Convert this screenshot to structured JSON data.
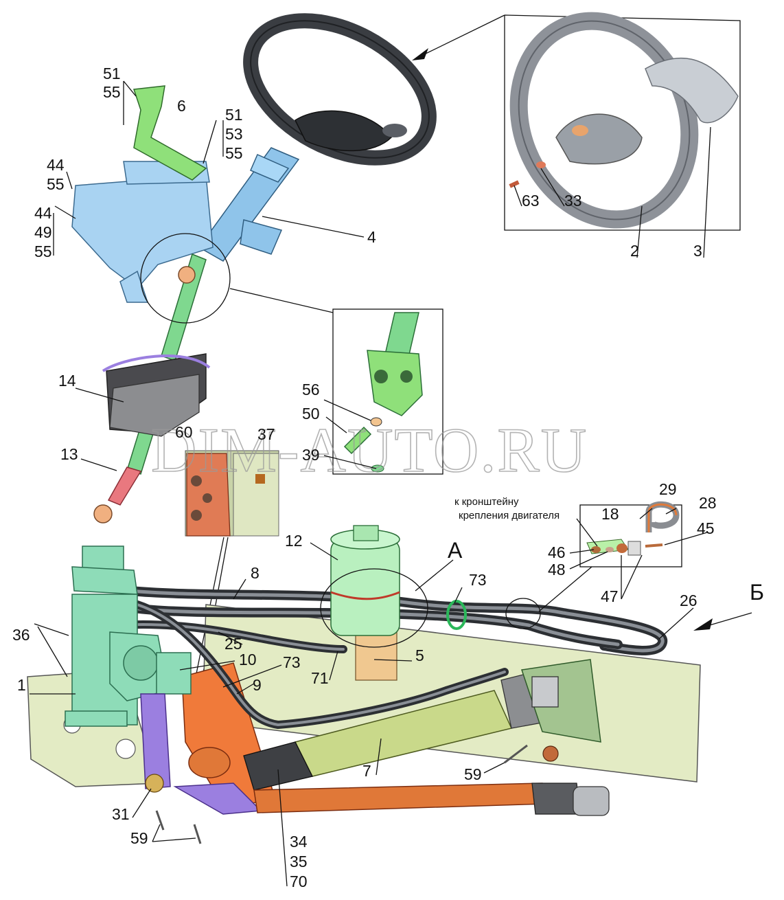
{
  "watermark": "DIM-AUTO.RU",
  "note": {
    "line1": "к кронштейну",
    "line2": "крепления двигателя"
  },
  "letters": {
    "a": "А",
    "b": "Б"
  },
  "labels": {
    "l51a": "51",
    "l55a": "55",
    "l6": "6",
    "l51b": "51",
    "l53": "53",
    "l55b": "55",
    "l44a": "44",
    "l55c": "55",
    "l44b": "44",
    "l49": "49",
    "l55d": "55",
    "l4": "4",
    "l2": "2",
    "l3": "3",
    "l63": "63",
    "l33": "33",
    "l14": "14",
    "l13": "13",
    "l56": "56",
    "l50": "50",
    "l39": "39",
    "l60": "60",
    "l37": "37",
    "l12": "12",
    "l18": "18",
    "l29": "29",
    "l28": "28",
    "l45": "45",
    "l46": "46",
    "l48": "48",
    "l47": "47",
    "l8": "8",
    "l73a": "73",
    "l26": "26",
    "l36": "36",
    "l25": "25",
    "l10": "10",
    "l73b": "73",
    "l9": "9",
    "l5": "5",
    "l71": "71",
    "l1": "1",
    "l7": "7",
    "l59a": "59",
    "l31": "31",
    "l59b": "59",
    "l34": "34",
    "l35": "35",
    "l70": "70"
  },
  "colors": {
    "steering_wheel": "#3a3d42",
    "column": "#8fc4ea",
    "shaft": "#7fd88f",
    "boot": "#4a4a4e",
    "bracket_blue": "#a9d3f2",
    "bracket_green": "#8fe07a",
    "frame": "#e3ebc4",
    "orange_plate": "#f07a3a",
    "reservoir": "#b9f0bf",
    "cylinder": "#c9d98a",
    "tie_rod": "#e07838",
    "arm": "#9b7fe0",
    "hose": "#2c2f33"
  }
}
